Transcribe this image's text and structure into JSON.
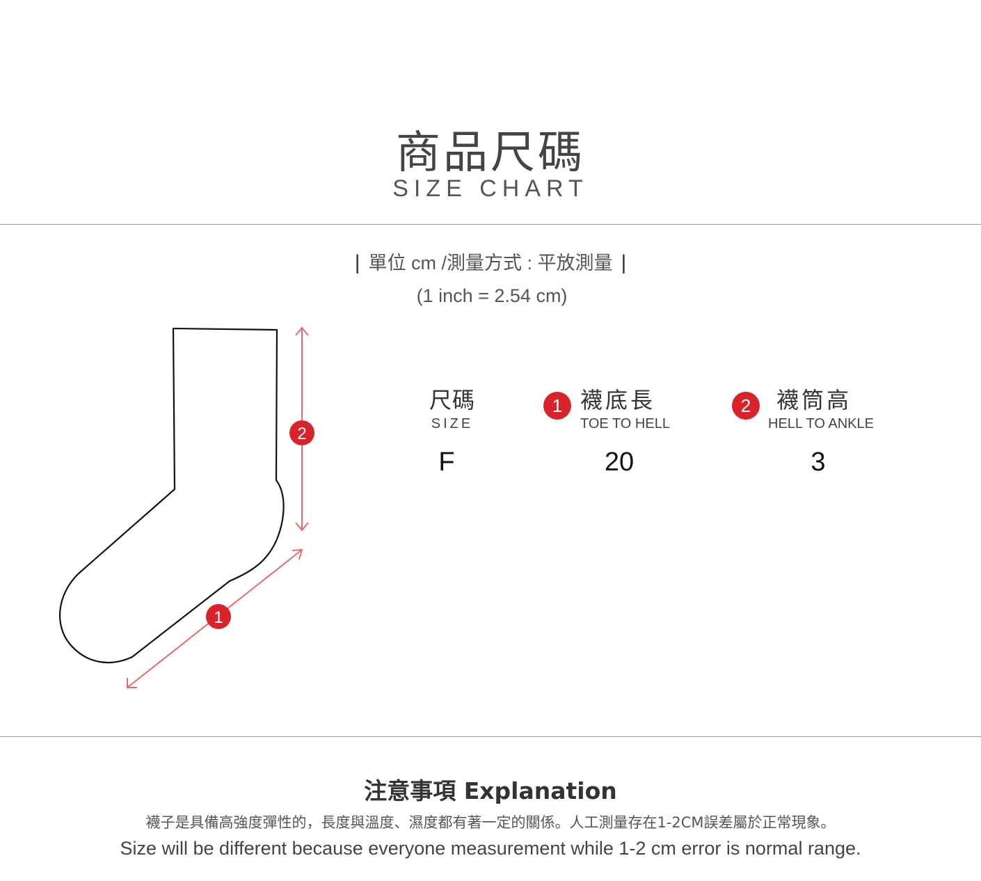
{
  "header": {
    "title_zh": "商品尺碼",
    "title_en": "SIZE CHART"
  },
  "unit": {
    "bar_left": "|",
    "text": "單位 cm /測量方式 : 平放測量",
    "bar_right": "|",
    "conversion": "(1 inch  =  2.54 cm)"
  },
  "diagram": {
    "marker_1": "1",
    "marker_2": "2"
  },
  "table": {
    "columns": [
      {
        "zh": "尺碼",
        "en": "SIZE"
      },
      {
        "badge": "1",
        "zh": "襪底長",
        "en": "TOE TO HELL"
      },
      {
        "badge": "2",
        "zh": "襪筒高",
        "en": "HELL TO ANKLE"
      }
    ],
    "rows": [
      [
        "F",
        "20",
        "3"
      ]
    ]
  },
  "colors": {
    "accent": "#d9232b",
    "arrow": "#e8696d",
    "outline": "#111111"
  },
  "notes": {
    "title": "注意事項 Explanation",
    "zh": "襪子是具備高強度彈性的，長度與溫度、濕度都有著一定的關係。人工測量存在1-2CM誤差屬於正常現象。",
    "en": "Size will be different because everyone measurement while 1-2 cm error is normal range."
  }
}
